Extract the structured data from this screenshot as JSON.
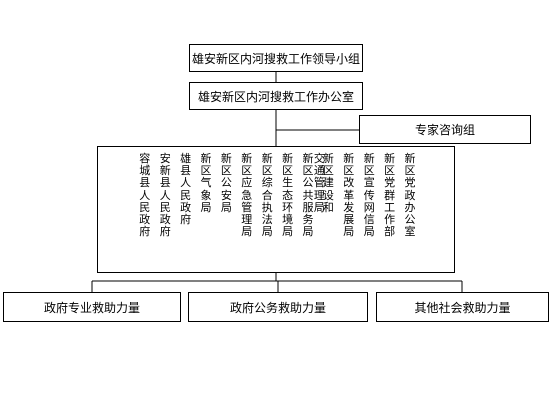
{
  "lead_group": "雄安新区内河搜救工作领导小组",
  "office": "雄安新区内河搜救工作办公室",
  "expert_group": "专家咨询组",
  "departments": [
    [
      "新区党政办公室"
    ],
    [
      "新区党群工作部"
    ],
    [
      "新区宣传网信局"
    ],
    [
      "新区改革发展局"
    ],
    [
      "新区建设和",
      "交通管理局"
    ],
    [
      "新区公共服务局"
    ],
    [
      "新区生态环境局"
    ],
    [
      "新区综合执法局"
    ],
    [
      "新区应急管理局"
    ],
    [
      "新区公安局"
    ],
    [
      "新区气象局"
    ],
    [
      "雄县人民政府"
    ],
    [
      "安新县人民政府"
    ],
    [
      "容城县人民政府"
    ]
  ],
  "forces": [
    "政府专业救助力量",
    "政府公务救助力量",
    "其他社会救助力量"
  ]
}
